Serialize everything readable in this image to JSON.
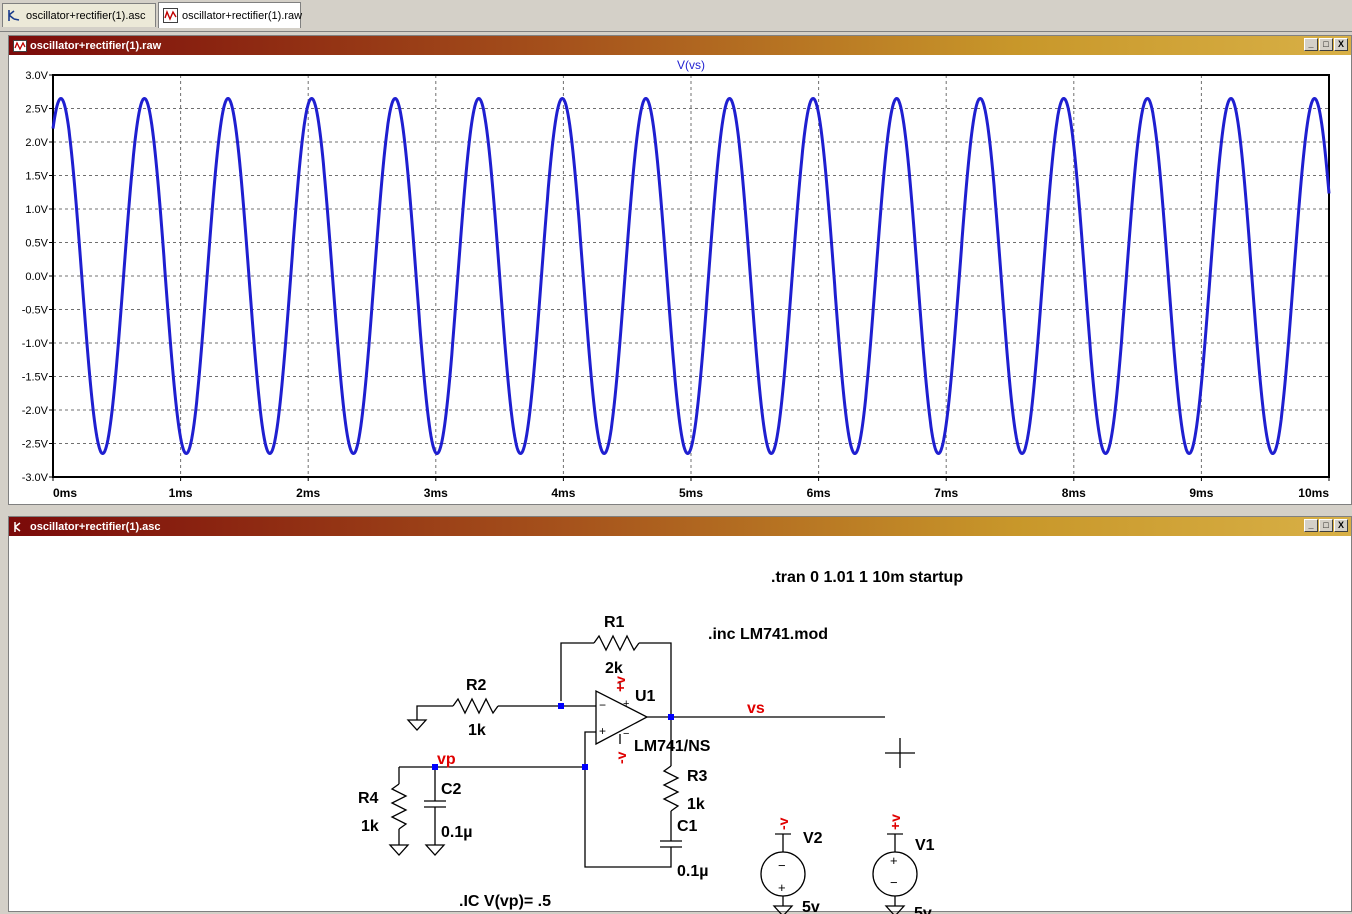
{
  "tabs": [
    {
      "label": "oscillator+rectifier(1).asc",
      "icon": "schematic-icon"
    },
    {
      "label": "oscillator+rectifier(1).raw",
      "icon": "waveform-icon"
    }
  ],
  "plot_window": {
    "title": "oscillator+rectifier(1).raw",
    "buttons": {
      "minimize": "_",
      "restore": "□",
      "close": "X"
    }
  },
  "schematic_window": {
    "title": "oscillator+rectifier(1).asc",
    "buttons": {
      "minimize": "_",
      "restore": "□",
      "close": "X"
    }
  },
  "chart_data": {
    "type": "line",
    "title": "V(vs)",
    "series": [
      {
        "name": "V(vs)",
        "color": "#1f1fd0",
        "waveform": "sine",
        "amplitude": 2.65,
        "period_ms": 0.655,
        "start_value": 2.2
      }
    ],
    "xlim": [
      0,
      10
    ],
    "ylim": [
      -3.0,
      3.0
    ],
    "x_ticks": [
      "0ms",
      "1ms",
      "2ms",
      "3ms",
      "4ms",
      "5ms",
      "6ms",
      "7ms",
      "8ms",
      "9ms",
      "10ms"
    ],
    "y_ticks": [
      "3.0V",
      "2.5V",
      "2.0V",
      "1.5V",
      "1.0V",
      "0.5V",
      "0.0V",
      "-0.5V",
      "-1.0V",
      "-1.5V",
      "-2.0V",
      "-2.5V",
      "-3.0V"
    ],
    "grid": true
  },
  "schematic": {
    "directives": {
      "tran": ".tran 0 1.01 1 10m startup",
      "inc": ".inc LM741.mod",
      "ic": ".IC V(vp)= .5"
    },
    "components": {
      "R1": {
        "name": "R1",
        "value": "2k"
      },
      "R2": {
        "name": "R2",
        "value": "1k"
      },
      "R3": {
        "name": "R3",
        "value": "1k"
      },
      "R4": {
        "name": "R4",
        "value": "1k"
      },
      "C1": {
        "name": "C1",
        "value": "0.1µ"
      },
      "C2": {
        "name": "C2",
        "value": "0.1µ"
      },
      "U1": {
        "name": "U1",
        "model": "LM741/NS"
      },
      "V1": {
        "name": "V1",
        "value": "5v",
        "net": "+v"
      },
      "V2": {
        "name": "V2",
        "value": "5v",
        "net": "-v"
      }
    },
    "nets": {
      "vs": "vs",
      "vp": "vp",
      "vplus": "+v",
      "vminus": "-v"
    },
    "opamp_pins": {
      "plus": "+",
      "minus": "−"
    },
    "source_pins": {
      "plus": "+",
      "minus": "−"
    }
  }
}
